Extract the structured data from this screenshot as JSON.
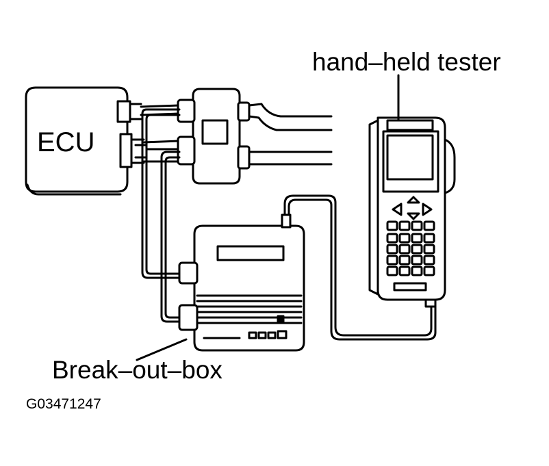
{
  "labels": {
    "ecu": "ECU",
    "tester": "hand–held tester",
    "breakout_box": "Break–out–box",
    "figure_code": "G03471247"
  },
  "colors": {
    "ink": "#000000",
    "background": "#ffffff"
  }
}
